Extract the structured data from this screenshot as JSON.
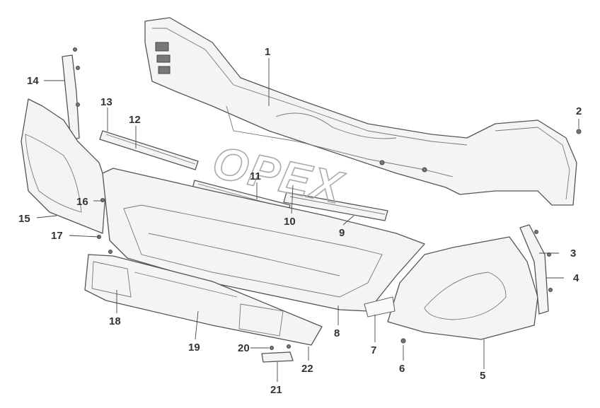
{
  "watermark": "OPEX",
  "callouts": [
    {
      "label": "1"
    },
    {
      "label": "2"
    },
    {
      "label": "3"
    },
    {
      "label": "4"
    },
    {
      "label": "5"
    },
    {
      "label": "6"
    },
    {
      "label": "7"
    },
    {
      "label": "8"
    },
    {
      "label": "9"
    },
    {
      "label": "10"
    },
    {
      "label": "11"
    },
    {
      "label": "12"
    },
    {
      "label": "13"
    },
    {
      "label": "14"
    },
    {
      "label": "15"
    },
    {
      "label": "16"
    },
    {
      "label": "17"
    },
    {
      "label": "18"
    },
    {
      "label": "19"
    },
    {
      "label": "20"
    },
    {
      "label": "21"
    },
    {
      "label": "22"
    }
  ]
}
